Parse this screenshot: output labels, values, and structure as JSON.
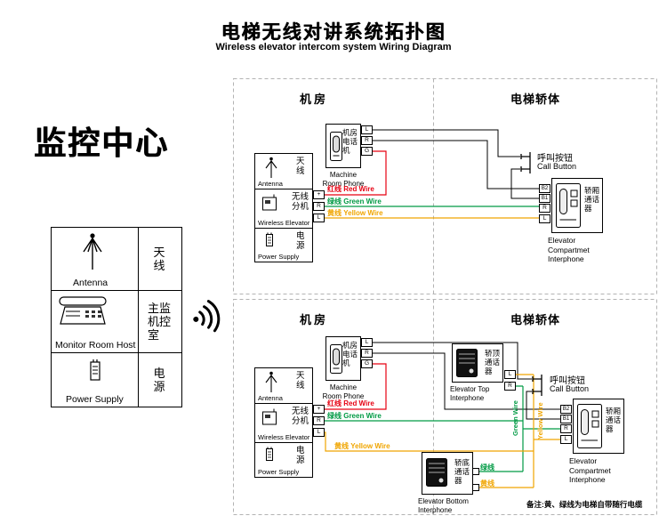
{
  "colors": {
    "red": "#e60012",
    "green": "#009a44",
    "yellow": "#f0a500",
    "black": "#000000",
    "dash": "#b3b3b3"
  },
  "header": {
    "title_zh": "电梯无线对讲系统拓扑图",
    "title_en": "Wireless elevator intercom system Wiring Diagram"
  },
  "monitor": {
    "heading": "监控中心",
    "antenna_zh": "天线",
    "antenna_en": "Antenna",
    "host_zh": "主监机控室",
    "host_en": "Monitor Room Host",
    "power_zh": "电源",
    "power_en": "Power Supply"
  },
  "sections": {
    "machine_room": "机房",
    "elevator_body": "电梯轿体"
  },
  "labels": {
    "antenna_zh": "天线",
    "antenna_en": "Antenna",
    "wireless_zh": "无线分机",
    "wireless_en": "Wireless Elevator",
    "power_zh": "电源",
    "power_en": "Power Supply",
    "room_phone_zh": "机房电话机",
    "room_phone_en1": "Machine",
    "room_phone_en2": "Room Phone",
    "call_zh": "呼叫按钮",
    "call_en": "Call Button",
    "compartment_zh": "轿厢通话器",
    "compartment_en1": "Elevator",
    "compartment_en2": "Compartmet",
    "compartment_en3": "Interphone",
    "top_zh": "轿顶通话器",
    "top_en1": "Elevator Top",
    "top_en2": "Interphone",
    "bottom_zh": "轿底通话器",
    "bottom_en1": "Elevator Bottom",
    "bottom_en2": "Interphone"
  },
  "wires": {
    "red_label": "红线 Red Wire",
    "green_label": "绿线 Green Wire",
    "yellow_label": "黄线 Yellow Wire",
    "green_en": "Green Wire",
    "yellow_en": "Yellow Wire",
    "green_zh": "绿线",
    "yellow_zh": "黄线"
  },
  "terminals": {
    "L": "L",
    "R": "R",
    "G": "G",
    "plus": "+",
    "B2": "B2",
    "B1": "B1"
  },
  "note": "备注:黄、绿线为电梯自带随行电缆"
}
